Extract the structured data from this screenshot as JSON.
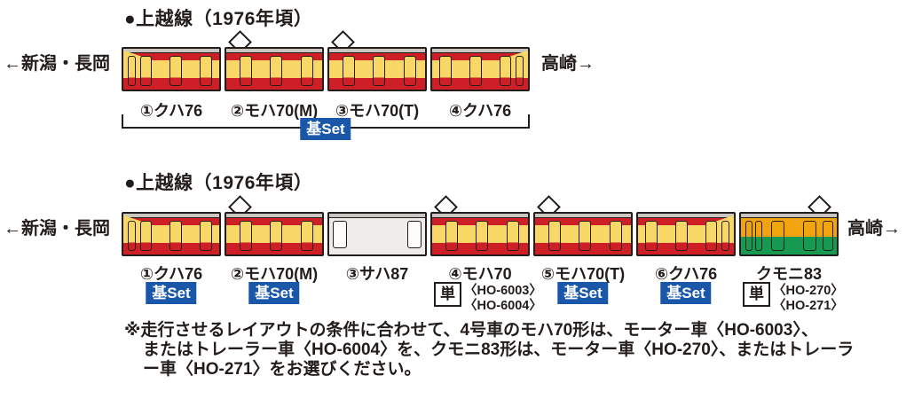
{
  "palette": {
    "scarlet_red": "#ce1f26",
    "cream_yellow": "#f8d767",
    "roof_gray": "#c9c6c2",
    "outline_dark": "#221d1a",
    "kumoni_orange": "#f2a40e",
    "kumoni_green": "#169a52",
    "saha_body_gray": "#eeedeb",
    "set_badge_blue": "#1a57a8"
  },
  "sections": [
    {
      "title": "●上越線（1976年頃）",
      "left_label": "←新潟・長岡",
      "right_label": "高崎→",
      "bracket_label": "基Set",
      "cars": [
        {
          "label": "①クハ76",
          "type": "cab-left",
          "livery": "scarlet"
        },
        {
          "label": "②モハ70(M)",
          "type": "mid",
          "livery": "scarlet",
          "pantograph": "left"
        },
        {
          "label": "③モハ70(T)",
          "type": "mid",
          "livery": "scarlet",
          "pantograph": "left"
        },
        {
          "label": "④クハ76",
          "type": "cab-right",
          "livery": "scarlet"
        }
      ]
    },
    {
      "title": "●上越線（1976年頃）",
      "left_label": "←新潟・長岡",
      "right_label": "高崎→",
      "cars": [
        {
          "label": "①クハ76",
          "type": "cab-left",
          "livery": "scarlet",
          "set": "基Set"
        },
        {
          "label": "②モハ70(M)",
          "type": "mid",
          "livery": "scarlet",
          "pantograph": "left",
          "set": "基Set"
        },
        {
          "label": "③サハ87",
          "type": "saha",
          "livery": "plain"
        },
        {
          "label": "④モハ70",
          "type": "mid",
          "livery": "scarlet",
          "pantograph": "left",
          "set": "単",
          "ho": [
            "〈HO-6003〉",
            "〈HO-6004〉"
          ]
        },
        {
          "label": "⑤モハ70(T)",
          "type": "mid",
          "livery": "scarlet",
          "pantograph": "left",
          "set": "基Set"
        },
        {
          "label": "⑥クハ76",
          "type": "cab-right",
          "livery": "scarlet",
          "set": "基Set"
        },
        {
          "label": "クモニ83",
          "type": "kumoni",
          "livery": "shonan",
          "pantograph": "right",
          "set": "単",
          "ho": [
            "〈HO-270〉",
            "〈HO-271〉"
          ]
        }
      ]
    }
  ],
  "note_lines": [
    "※走行させるレイアウトの条件に合わせて、4号車のモハ70形は、モーター車〈HO-6003〉、",
    "またはトレーラー車〈HO-6004〉を、クモニ83形は、モーター車〈HO-270〉、またはトレーラ",
    "ー車〈HO-271〉をお選びください。"
  ]
}
